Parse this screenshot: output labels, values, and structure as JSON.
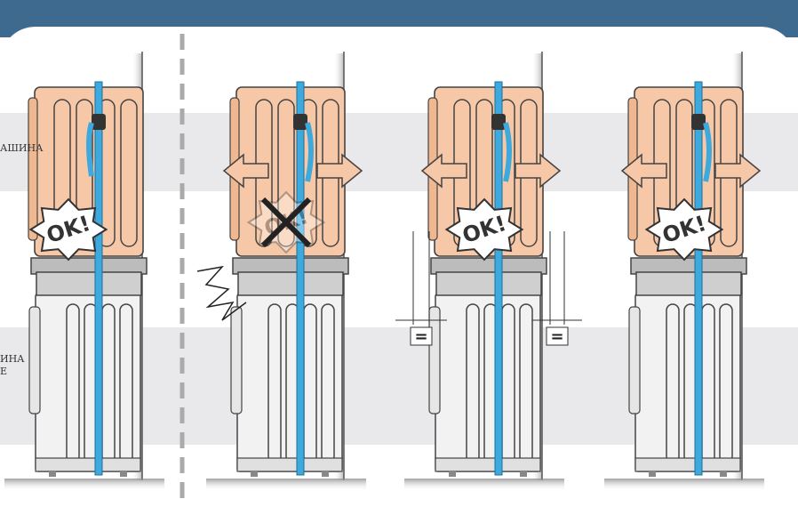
{
  "labels": {
    "top_machine": "АШИНА",
    "bottom_machine": "ИНА\nЕ"
  },
  "panels": [
    {
      "id": "panel-1",
      "stamp": "OK!",
      "arrows": false,
      "crossed_stamp": false,
      "equal_marks": false
    },
    {
      "id": "panel-2",
      "stamp": "OK!",
      "arrows": true,
      "crossed_stamp": true,
      "equal_marks": false
    },
    {
      "id": "panel-3",
      "stamp": "OK!",
      "arrows": true,
      "crossed_stamp": false,
      "equal_marks": true
    },
    {
      "id": "panel-4",
      "stamp": "OK!",
      "arrows": true,
      "crossed_stamp": false,
      "equal_marks": false
    }
  ],
  "equal_sign": "=",
  "colors": {
    "header": "#3f6a90",
    "band": "#e9e9eb",
    "dryer": "#f7c8a8",
    "strap": "#3ea9dc",
    "arrow": "#f7c8a8",
    "divider": "#aaaaaa"
  }
}
